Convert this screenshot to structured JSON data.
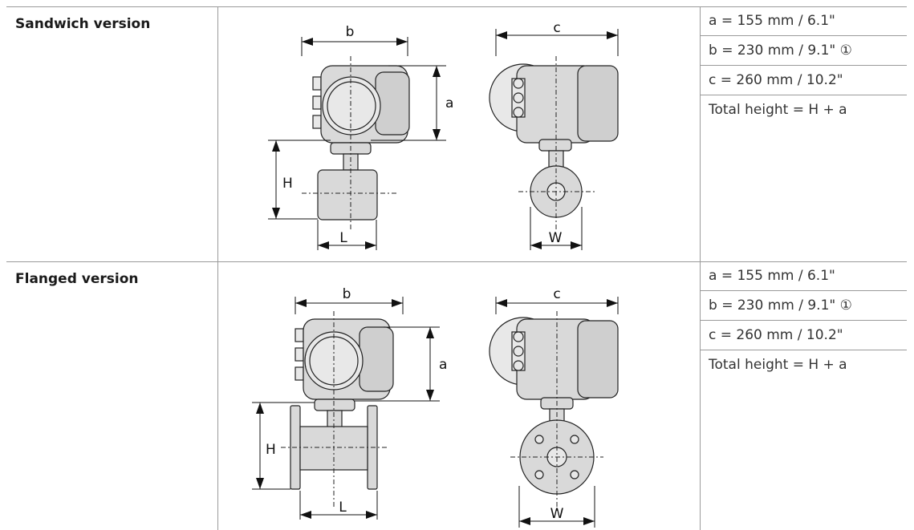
{
  "rows": [
    {
      "label": "Sandwich version",
      "dims": [
        "a = 155 mm / 6.1\"",
        "b = 230 mm / 9.1\" ①",
        "c = 260 mm / 10.2\"",
        "Total height = H + a"
      ],
      "fig_labels": {
        "b": "b",
        "a": "a",
        "H": "H",
        "L": "L",
        "c": "c",
        "W": "W"
      }
    },
    {
      "label": "Flanged version",
      "dims": [
        "a = 155 mm / 6.1\"",
        "b = 230 mm / 9.1\" ①",
        "c = 260 mm / 10.2\"",
        "Total height = H + a"
      ],
      "fig_labels": {
        "b": "b",
        "a": "a",
        "H": "H",
        "L": "L",
        "c": "c",
        "W": "W"
      }
    }
  ]
}
